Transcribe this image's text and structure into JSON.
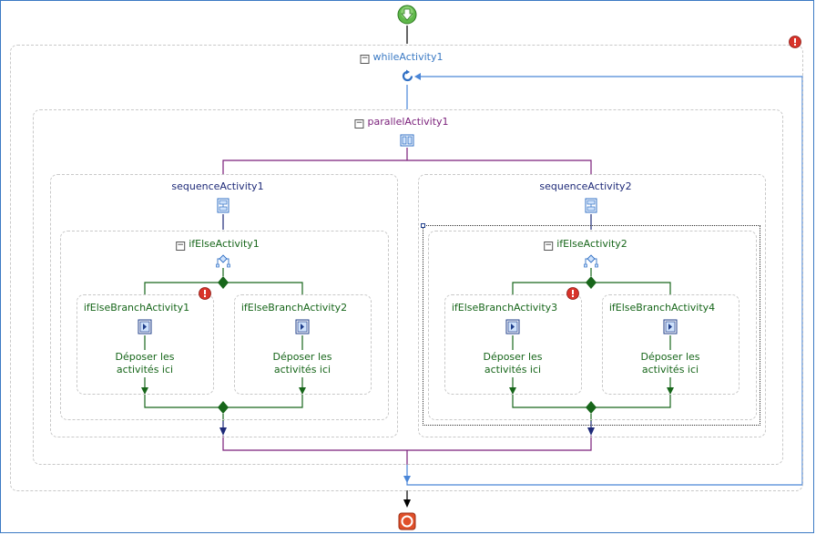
{
  "workflow": {
    "while": {
      "name": "whileActivity1"
    },
    "parallel": {
      "name": "parallelActivity1"
    },
    "sequences": [
      {
        "name": "sequenceActivity1",
        "ifelse": {
          "name": "ifElseActivity1",
          "branches": [
            {
              "name": "ifElseBranchActivity1",
              "drop_line1": "Déposer les",
              "drop_line2": "activités ici",
              "has_error": true
            },
            {
              "name": "ifElseBranchActivity2",
              "drop_line1": "Déposer les",
              "drop_line2": "activités ici",
              "has_error": false
            }
          ]
        }
      },
      {
        "name": "sequenceActivity2",
        "ifelse": {
          "name": "ifElseActivity2",
          "branches": [
            {
              "name": "ifElseBranchActivity3",
              "drop_line1": "Déposer les",
              "drop_line2": "activités ici",
              "has_error": true
            },
            {
              "name": "ifElseBranchActivity4",
              "drop_line1": "Déposer les",
              "drop_line2": "activités ici",
              "has_error": false
            }
          ]
        }
      }
    ]
  },
  "colors": {
    "while_connector": "#4a86d8",
    "parallel_connector": "#7a1f7a",
    "ifelse_connector": "#17661a",
    "sequence_connector": "#1e2a78",
    "main_connector": "#000000"
  },
  "icons": {
    "start": "start-icon",
    "end": "end-icon",
    "while": "loop-icon",
    "parallel": "parallel-icon",
    "sequence": "sequence-icon",
    "ifelse": "ifelse-icon",
    "branch": "branch-icon",
    "error": "error-icon"
  }
}
